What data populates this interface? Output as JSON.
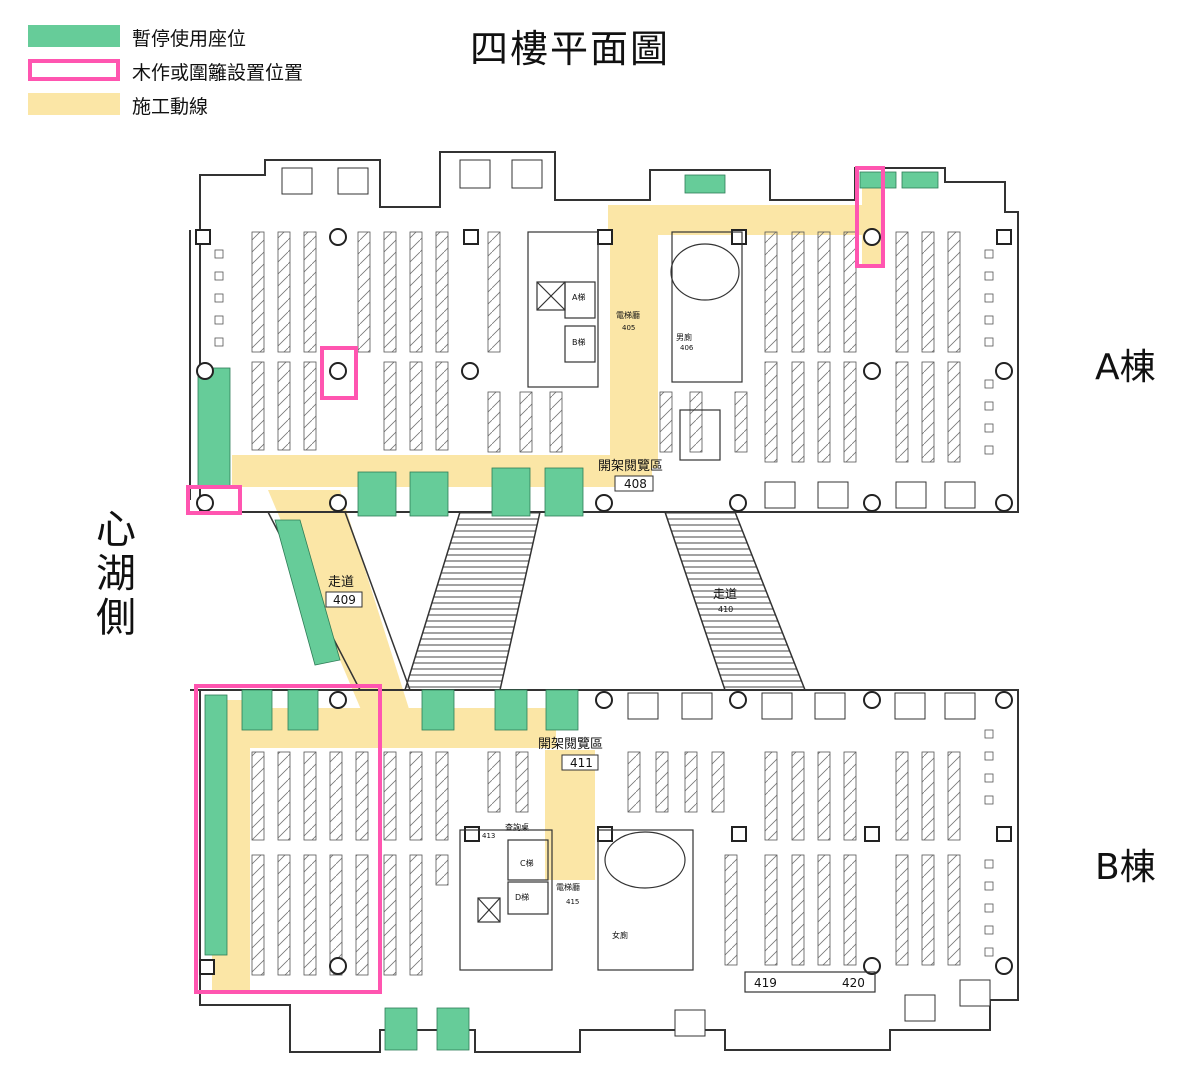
{
  "title": "四樓平面圖",
  "legend": [
    {
      "label": "暫停使用座位",
      "color": "#66cc99",
      "style": "fill"
    },
    {
      "label": "木作或圍籬設置位置",
      "color": "#ff55b0",
      "style": "outline"
    },
    {
      "label": "施工動線",
      "color": "#fbe6a6",
      "style": "fill"
    }
  ],
  "buildings": {
    "a": {
      "label": "A棟"
    },
    "b": {
      "label": "B棟"
    }
  },
  "side_label": "心湖側",
  "rooms": {
    "a_open_stacks": {
      "name": "開架閱覽區",
      "number": "408"
    },
    "corridor_409": {
      "name": "走道",
      "number": "409"
    },
    "corridor_410": {
      "name": "走道",
      "number": "410"
    },
    "b_open_stacks": {
      "name": "開架閱覽區",
      "number": "411"
    },
    "room_419": {
      "number": "419"
    },
    "room_420": {
      "number": "420"
    }
  },
  "small_labels": {
    "elevator_a": "A梯",
    "elevator_b": "B梯",
    "elevator_c": "C梯",
    "elevator_d": "D梯",
    "elevator_hall_a": "電梯廳",
    "elevator_hall_b": "電梯廳",
    "room_405": "405",
    "room_406": "406",
    "room_415": "415",
    "room_413": "413",
    "restroom_m": "男廁",
    "restroom_f": "女廁",
    "query_table": "查詢桌"
  },
  "colors": {
    "suspended_seats": "#66cc99",
    "fence": "#ff55b0",
    "construction_route": "#fbe6a6",
    "wall": "#333333",
    "shelf": "#555555"
  }
}
